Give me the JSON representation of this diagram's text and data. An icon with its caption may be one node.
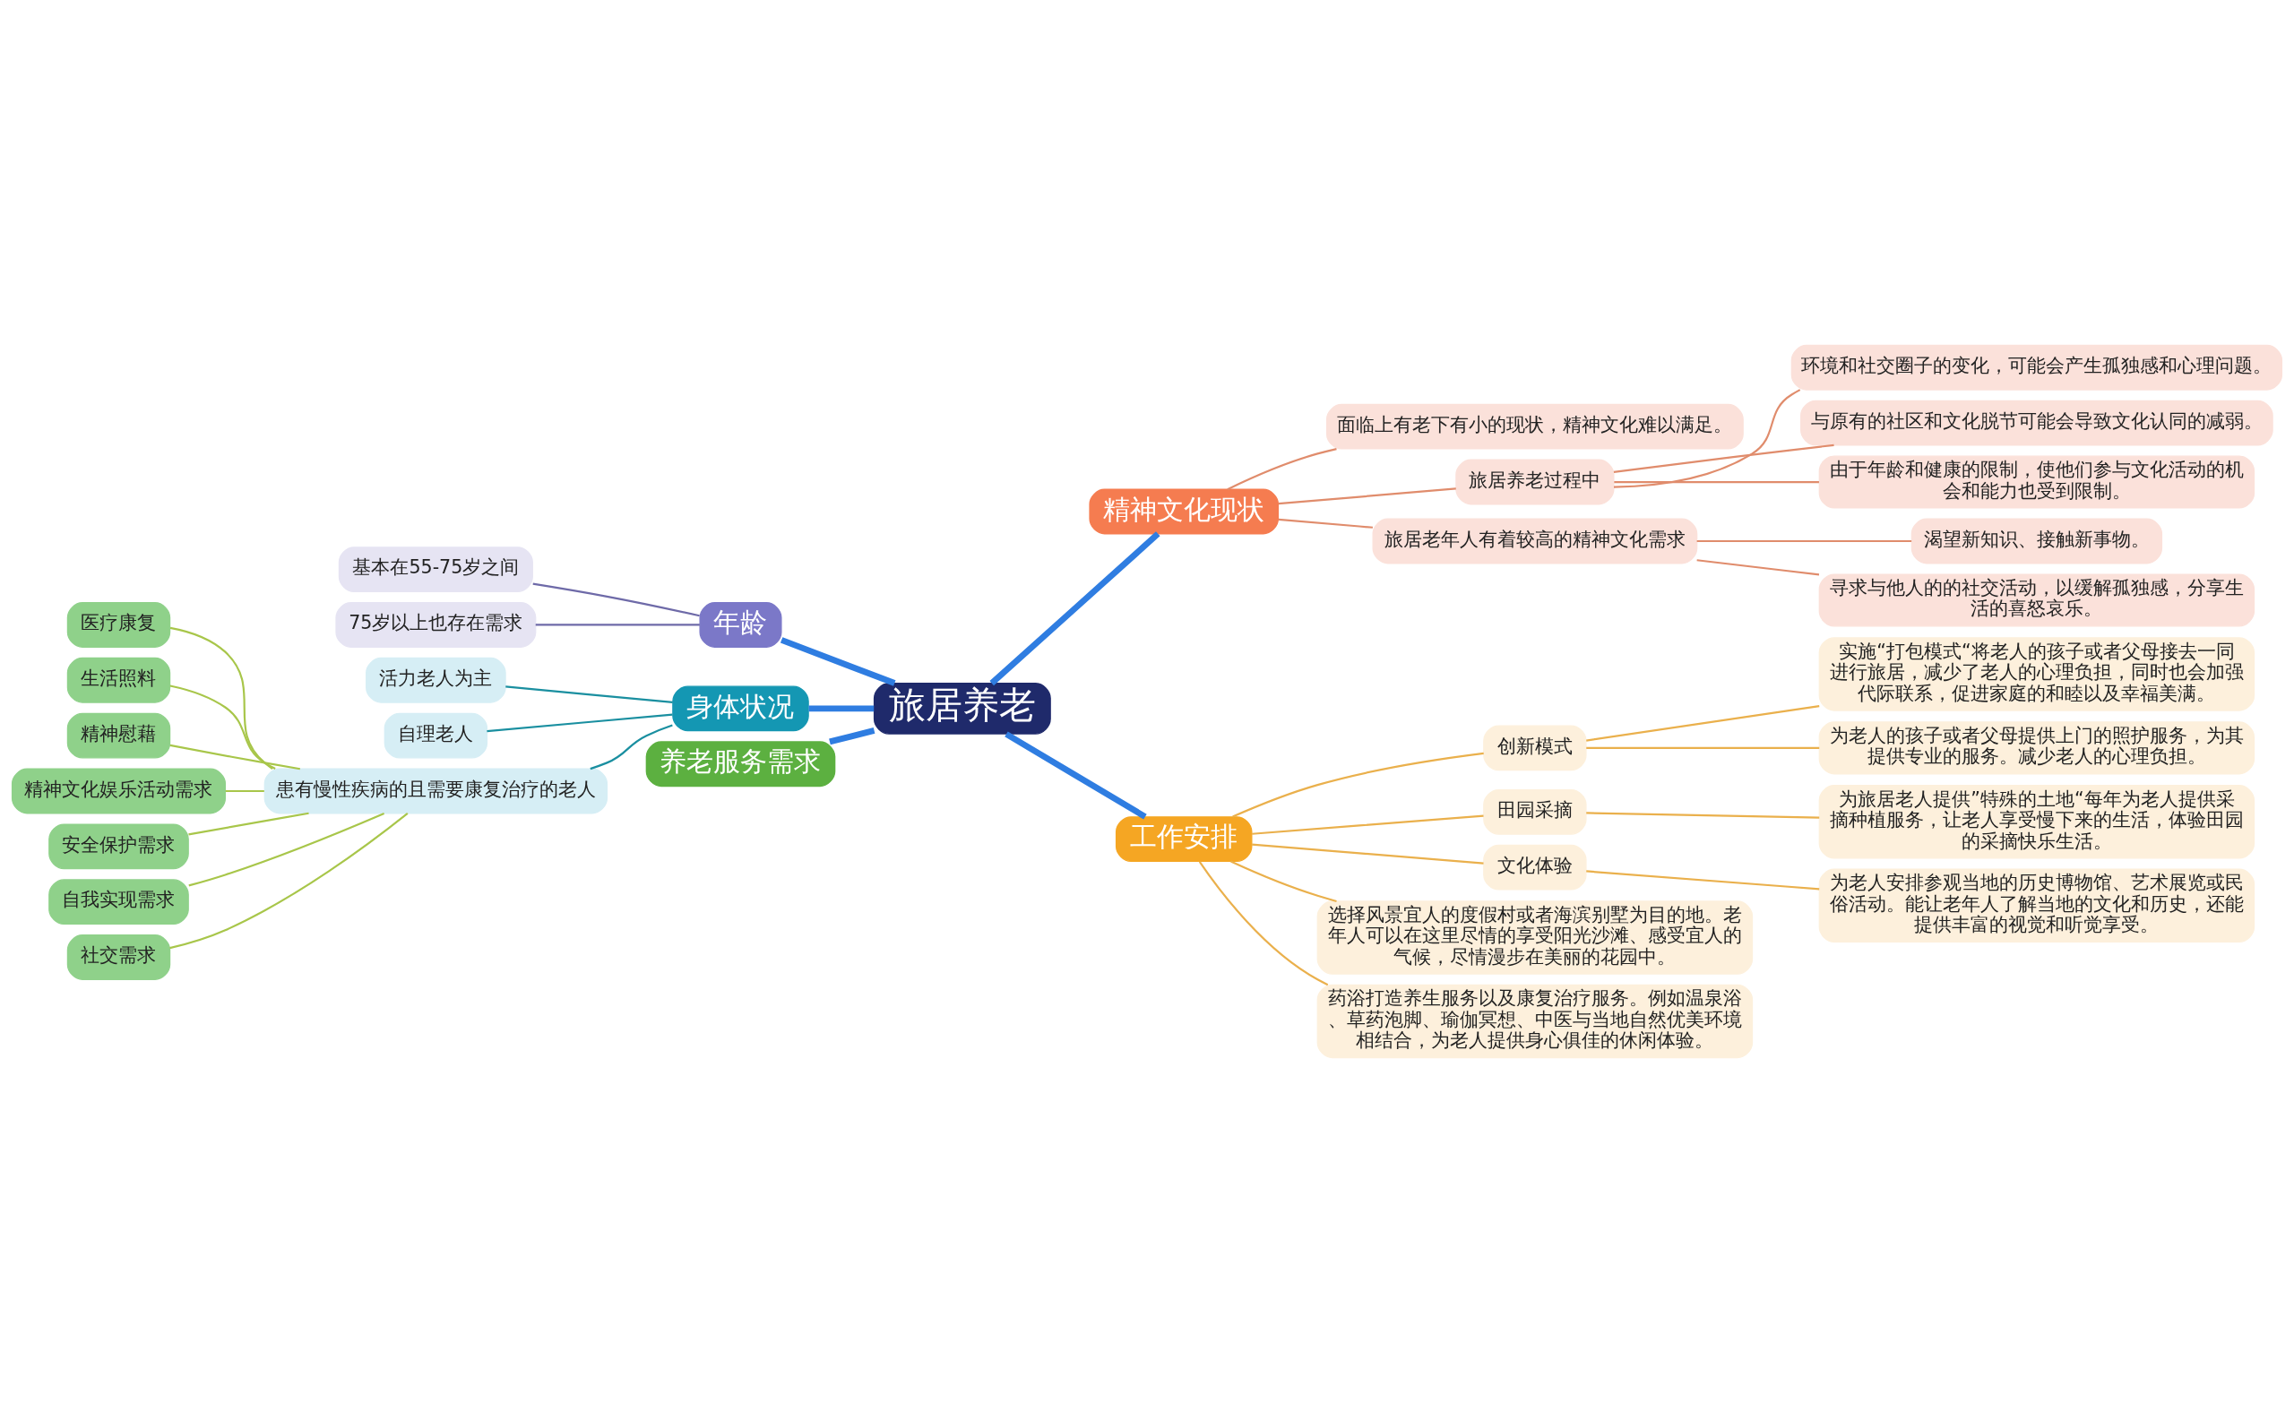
{
  "diagram": {
    "nodes": [
      {
        "text": [
          "旅居养老"
        ]
      },
      {
        "text": [
          "年龄"
        ]
      },
      {
        "text": [
          "基本在55-75岁之间"
        ]
      },
      {
        "text": [
          "75岁以上也存在需求"
        ]
      },
      {
        "text": [
          "身体状况"
        ]
      },
      {
        "text": [
          "活力老人为主"
        ]
      },
      {
        "text": [
          "自理老人"
        ]
      },
      {
        "text": [
          "患有慢性疾病的且需要康复治疗的老人"
        ]
      },
      {
        "text": [
          "医疗康复"
        ]
      },
      {
        "text": [
          "生活照料"
        ]
      },
      {
        "text": [
          "精神慰藉"
        ]
      },
      {
        "text": [
          "精神文化娱乐活动需求"
        ]
      },
      {
        "text": [
          "安全保护需求"
        ]
      },
      {
        "text": [
          "自我实现需求"
        ]
      },
      {
        "text": [
          "社交需求"
        ]
      },
      {
        "text": [
          "养老服务需求"
        ]
      },
      {
        "text": [
          "精神文化现状"
        ]
      },
      {
        "text": [
          "面临上有老下有小的现状，精神文化难以满足。"
        ]
      },
      {
        "text": [
          "旅居养老过程中"
        ]
      },
      {
        "text": [
          "环境和社交圈子的变化，可能会产生孤独感和心理问题。"
        ]
      },
      {
        "text": [
          "与原有的社区和文化脱节可能会导致文化认同的减弱。"
        ]
      },
      {
        "text": [
          "由于年龄和健康的限制，使他们参与文化活动的机会和能力也受到限制。"
        ]
      },
      {
        "text": [
          "旅居老年人有着较高的精神文化需求"
        ]
      },
      {
        "text": [
          "渴望新知识、接触新事物。"
        ]
      },
      {
        "text": [
          "寻求与他人的的社交活动，以缓解孤独感，分享生活的喜怒哀乐。"
        ]
      },
      {
        "text": [
          "工作安排"
        ]
      },
      {
        "text": [
          "创新模式"
        ]
      },
      {
        "text": [
          "实施“打包模式“将老人的孩子或者父母接去一同进行旅居，减少了老人的心理负担，同时也会加强代际联系，促进家庭的和睦以及幸福美满。"
        ]
      },
      {
        "text": [
          "为老人的孩子或者父母提供上门的照护服务，为其提供专业的服务。减少老人的心理负担。"
        ]
      },
      {
        "text": [
          "田园采摘"
        ]
      },
      {
        "text": [
          "为旅居老人提供”特殊的土地“每年为老人提供采摘种植服务，让老人享受慢下来的生活，体验田园的采摘快乐生活。"
        ]
      },
      {
        "text": [
          "文化体验"
        ]
      },
      {
        "text": [
          "为老人安排参观当地的历史博物馆、艺术展览或民俗活动。能让老年人了解当地的文化和历史，还能提供丰富的视觉和听觉享受。"
        ]
      },
      {
        "text": [
          "选择风景宜人的度假村或者海滨别墅为目的地。老年人可以在这里尽情的享受阳光沙滩、感受宜人的气候，尽情漫步在美丽的花园中。"
        ]
      },
      {
        "text": [
          "药浴打造养生服务以及康复治疗服务。例如温泉浴、草药泡脚、瑜伽冥想、中医与当地自然优美环境相结合，为老人提供身心俱佳的休闲体验。"
        ]
      }
    ],
    "edges": [
      {
        "from": 0,
        "to": 1,
        "arrow": "none",
        "style": "thick",
        "color": "#2f7de1"
      },
      {
        "from": 1,
        "to": 2,
        "arrow": "none",
        "color": "#6e6aa8"
      },
      {
        "from": 1,
        "to": 3,
        "arrow": "none",
        "color": "#6e6aa8"
      },
      {
        "from": 0,
        "to": 4,
        "arrow": "none",
        "style": "thick",
        "color": "#2f7de1"
      },
      {
        "from": 4,
        "to": 5,
        "arrow": "none",
        "color": "#1a8fa0"
      },
      {
        "from": 4,
        "to": 6,
        "arrow": "none",
        "color": "#1a8fa0"
      },
      {
        "from": 4,
        "to": 7,
        "arrow": "none",
        "color": "#1a8fa0"
      },
      {
        "from": 7,
        "to": 8,
        "arrow": "none",
        "color": "#a8c64a"
      },
      {
        "from": 7,
        "to": 9,
        "arrow": "none",
        "color": "#a8c64a"
      },
      {
        "from": 7,
        "to": 10,
        "arrow": "none",
        "color": "#a8c64a"
      },
      {
        "from": 7,
        "to": 11,
        "arrow": "none",
        "color": "#a8c64a"
      },
      {
        "from": 7,
        "to": 12,
        "arrow": "none",
        "color": "#a8c64a"
      },
      {
        "from": 7,
        "to": 13,
        "arrow": "none",
        "color": "#a8c64a"
      },
      {
        "from": 7,
        "to": 14,
        "arrow": "none",
        "color": "#a8c64a"
      },
      {
        "from": 0,
        "to": 15,
        "arrow": "none",
        "style": "thick",
        "color": "#2f7de1"
      },
      {
        "from": 0,
        "to": 16,
        "arrow": "none",
        "style": "thick",
        "color": "#2f7de1"
      },
      {
        "from": 16,
        "to": 17,
        "arrow": "none",
        "color": "#e08c6c"
      },
      {
        "from": 16,
        "to": 18,
        "arrow": "none",
        "color": "#e08c6c"
      },
      {
        "from": 18,
        "to": 19,
        "arrow": "none",
        "color": "#e08c6c"
      },
      {
        "from": 18,
        "to": 20,
        "arrow": "none",
        "color": "#e08c6c"
      },
      {
        "from": 18,
        "to": 21,
        "arrow": "none",
        "color": "#e08c6c"
      },
      {
        "from": 16,
        "to": 22,
        "arrow": "none",
        "color": "#e08c6c"
      },
      {
        "from": 22,
        "to": 23,
        "arrow": "none",
        "color": "#e08c6c"
      },
      {
        "from": 22,
        "to": 24,
        "arrow": "none",
        "color": "#e08c6c"
      },
      {
        "from": 0,
        "to": 25,
        "arrow": "none",
        "style": "thick",
        "color": "#2f7de1"
      },
      {
        "from": 25,
        "to": 26,
        "arrow": "none",
        "color": "#eab04c"
      },
      {
        "from": 26,
        "to": 27,
        "arrow": "none",
        "color": "#eab04c"
      },
      {
        "from": 26,
        "to": 28,
        "arrow": "none",
        "color": "#eab04c"
      },
      {
        "from": 25,
        "to": 29,
        "arrow": "none",
        "color": "#eab04c"
      },
      {
        "from": 29,
        "to": 30,
        "arrow": "none",
        "color": "#eab04c"
      },
      {
        "from": 25,
        "to": 31,
        "arrow": "none",
        "color": "#eab04c"
      },
      {
        "from": 31,
        "to": 32,
        "arrow": "none",
        "color": "#eab04c"
      },
      {
        "from": 25,
        "to": 33,
        "arrow": "none",
        "color": "#eab04c"
      },
      {
        "from": 25,
        "to": 34,
        "arrow": "none",
        "color": "#eab04c"
      }
    ]
  }
}
